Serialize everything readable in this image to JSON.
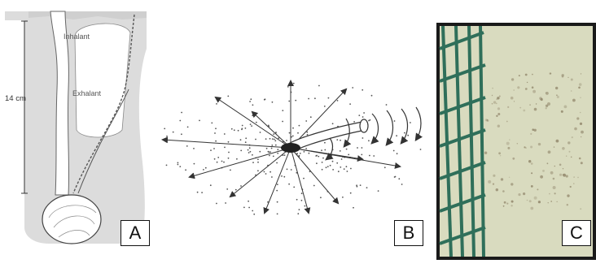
{
  "panels": [
    {
      "id": "A",
      "letter": "A",
      "labels": {
        "inhalant": "Inhalant",
        "exhalant": "Exhalant",
        "scale": "14 cm"
      }
    },
    {
      "id": "B",
      "letter": "B"
    },
    {
      "id": "C",
      "letter": "C"
    }
  ],
  "colors": {
    "sediment": "#dcdcdc",
    "outline": "#555555",
    "photo_background": "#d9dbbf",
    "mesh": "#2f6f5a",
    "frame": "#1a1a1a"
  }
}
